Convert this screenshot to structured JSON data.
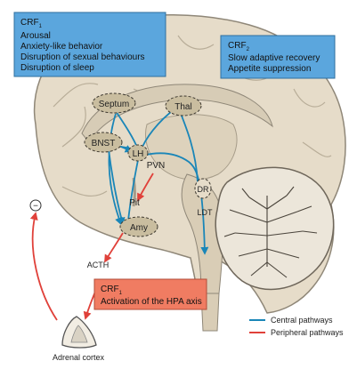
{
  "crf1_top": {
    "title_main": "CRF",
    "title_sub": "1",
    "lines": [
      "Arousal",
      "Anxiety-like behavior",
      "Disruption of sexual behaviours",
      "Disruption of sleep"
    ]
  },
  "crf2": {
    "title_main": "CRF",
    "title_sub": "2",
    "lines": [
      "Slow adaptive recovery",
      "Appetite suppression"
    ]
  },
  "crf1_bottom": {
    "title_main": "CRF",
    "title_sub": "1",
    "line": "Activation of the HPA axis"
  },
  "nuclei": {
    "septum": "Septum",
    "thal": "Thal",
    "bnst": "BNST",
    "lh": "LH",
    "pvn": "PVN",
    "pit": "Pit",
    "amy": "Amy",
    "dr": "DR",
    "ldt": "LDT"
  },
  "labels": {
    "acth": "ACTH",
    "adrenal": "Adrenal cortex",
    "minus": "−"
  },
  "legend": {
    "central": "Central pathways",
    "peripheral": "Peripheral pathways"
  },
  "colors": {
    "box_blue": "#5ba6dd",
    "box_red": "#f07c62",
    "central": "#1a86b8",
    "peripheral": "#e0413a",
    "brain": "#e6dcc9"
  }
}
